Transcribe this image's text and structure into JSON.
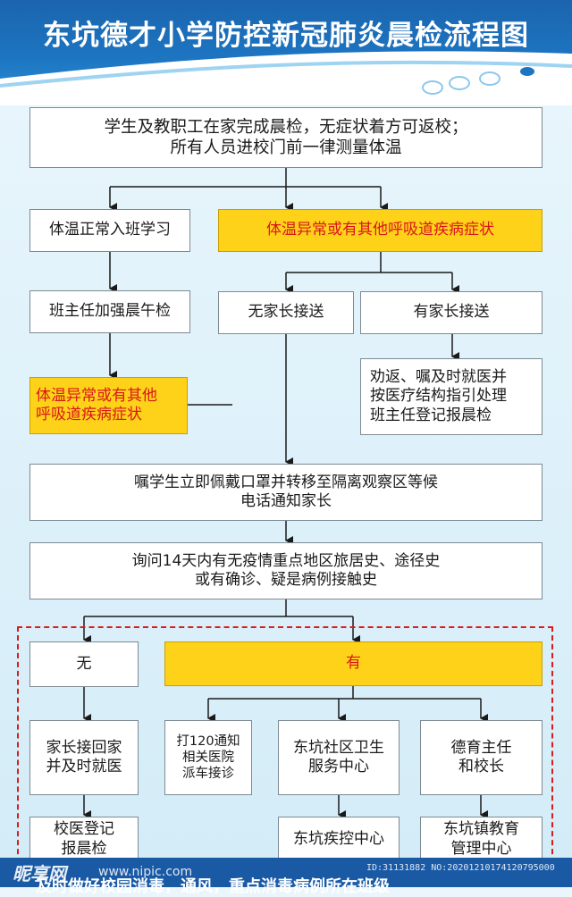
{
  "title": "东坑德才小学防控新冠肺炎晨检流程图",
  "nodes": {
    "start": "学生及教职工在家完成晨检，无症状着方可返校；\n所有人员进校门前一律测量体温",
    "normal": "体温正常入班学习",
    "abnormal": "体温异常或有其他呼吸道疾病症状",
    "noon_check": "班主任加强晨午检",
    "no_parent": "无家长接送",
    "has_parent": "有家长接送",
    "abnormal2": "体温异常或有其他\n呼吸道疾病症状",
    "dissuade": "劝返、嘱及时就医并\n按医疗结构指引处理\n班主任登记报晨检",
    "isolate": "嘱学生立即佩戴口罩并转移至隔离观察区等候\n电话通知家长",
    "inquire": "询问14天内有无疫情重点地区旅居史、途径史\n或有确诊、疑是病例接触史",
    "no": "无",
    "yes": "有",
    "parent_pickup": "家长接回家\n并及时就医",
    "call120": "打120通知\n相关医院\n派车接诊",
    "health_center": "东坑社区卫生\n服务中心",
    "director": "德育主任\n和校长",
    "doctor_register": "校医登记\n报晨检",
    "cdc": "东坑疾控中心",
    "edu_center": "东坑镇教育\n管理中心"
  },
  "footer_text": "及时做好校园消毒，通风，重点消毒病例所在班级",
  "watermark": {
    "logo": "昵享网",
    "url": "www.nipic.com",
    "id": "ID:31131882 NO:20201210174120795000"
  },
  "colors": {
    "header": "#1d6fbb",
    "highlight": "#ffd21a",
    "highlight_text": "#d8161a",
    "dashed_border": "#d81b1b"
  }
}
